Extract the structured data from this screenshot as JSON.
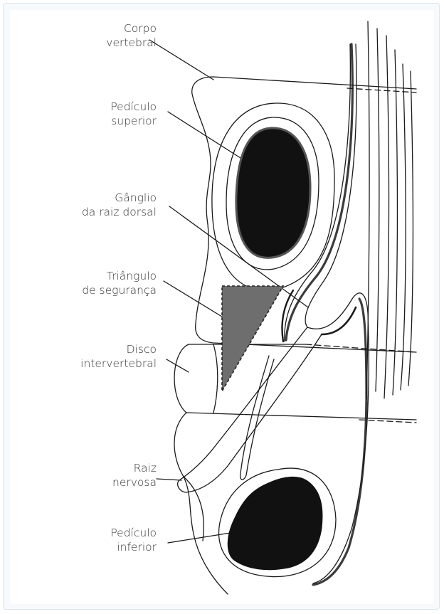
{
  "labels": {
    "corpo_vertebral": [
      "Corpo",
      "vertebral"
    ],
    "pediculo_superior": [
      "Pedículo",
      "superior"
    ],
    "ganglio": [
      "Gânglio",
      "da raiz dorsal"
    ],
    "triangulo": [
      "Triângulo",
      "de segurança"
    ],
    "disco": [
      "Disco",
      "intervertebral"
    ],
    "raiz": [
      "Raiz",
      "nervosa"
    ],
    "pediculo_inferior": [
      "Pedículo",
      "inferior"
    ]
  },
  "colors": {
    "ink": "#1a1a1a",
    "pedicle_fill": "#111111",
    "triangle_fill": "#6e6e6e",
    "frame_border": "#dbe6ee",
    "label_text": "#333333"
  }
}
